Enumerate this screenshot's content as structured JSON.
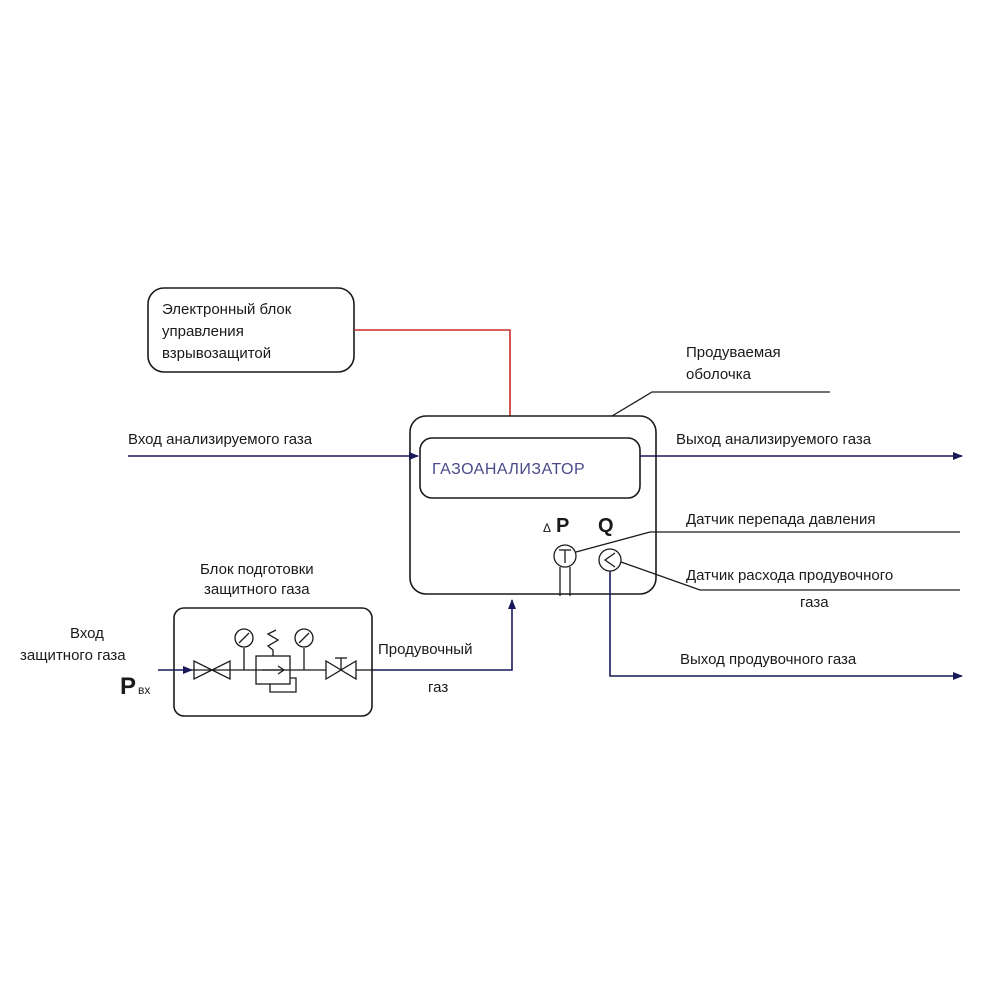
{
  "labels": {
    "control_unit": [
      "Электронный блок",
      "управления",
      "взрывозащитой"
    ],
    "purged_enclosure": [
      "Продуваемая",
      "оболочка"
    ],
    "analyzer": "ГАЗОАНАЛИЗАТОР",
    "gas_in": "Вход анализируемого газа",
    "gas_out": "Выход анализируемого газа",
    "dp_symbol_delta": "Δ",
    "dp_symbol": "P",
    "flow_symbol": "Q",
    "dp_sensor": "Датчик перепада давления",
    "flow_sensor": [
      "Датчик расхода продувочного",
      "газа"
    ],
    "prep_block": [
      "Блок подготовки",
      "защитного газа"
    ],
    "shield_in": [
      "Вход",
      "защитного газа"
    ],
    "pin_main": "P",
    "pin_sub": "вх",
    "purge_gas": [
      "Продувочный",
      "газ"
    ],
    "purge_out": "Выход продувочного газа"
  },
  "colors": {
    "outline": "#1a1a1a",
    "flow_line": "#1a1a5a",
    "signal_line": "#cc2a2a",
    "analyzer_text": "#4a4a8a"
  },
  "icons": [
    "valve-icon",
    "gauge-icon",
    "pressure-regulator-icon",
    "needle-valve-icon",
    "dp-sensor-icon",
    "flow-sensor-icon",
    "arrow-icon"
  ]
}
